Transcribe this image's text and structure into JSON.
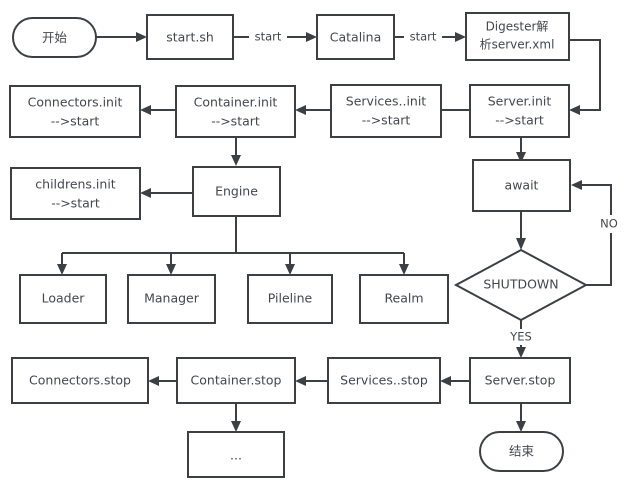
{
  "diagram": {
    "title": "Tomcat startup and shutdown flowchart",
    "background_color": "#ffffff",
    "stroke_color": "#3c4043",
    "text_color": "#43474c",
    "nodes": {
      "start": {
        "label": "开始",
        "shape": "stadium"
      },
      "start_sh": {
        "label": "start.sh",
        "shape": "rect"
      },
      "catalina": {
        "label": "Catalina",
        "shape": "rect"
      },
      "digester_line1": "Digester解",
      "digester_line2": "析server.xml",
      "server_init_line1": "Server.init",
      "server_init_line2": "-->start",
      "services_init_line1": "Services..init",
      "services_init_line2": "-->start",
      "container_init_line1": "Container.init",
      "container_init_line2": "-->start",
      "connectors_init_line1": "Connectors.init",
      "connectors_init_line2": "-->start",
      "childrens_init_line1": "childrens.init",
      "childrens_init_line2": "-->start",
      "engine": {
        "label": "Engine",
        "shape": "rect"
      },
      "loader": {
        "label": "Loader",
        "shape": "rect"
      },
      "manager": {
        "label": "Manager",
        "shape": "rect"
      },
      "pileline": {
        "label": "Pileline",
        "shape": "rect"
      },
      "realm": {
        "label": "Realm",
        "shape": "rect"
      },
      "await": {
        "label": "await",
        "shape": "rect"
      },
      "shutdown": {
        "label": "SHUTDOWN",
        "shape": "diamond"
      },
      "server_stop": {
        "label": "Server.stop",
        "shape": "rect"
      },
      "services_stop": {
        "label": "Services..stop",
        "shape": "rect"
      },
      "container_stop": {
        "label": "Container.stop",
        "shape": "rect"
      },
      "connectors_stop": {
        "label": "Connectors.stop",
        "shape": "rect"
      },
      "ellipsis": {
        "label": "...",
        "shape": "rect"
      },
      "end": {
        "label": "结束",
        "shape": "stadium"
      }
    },
    "edge_labels": {
      "start_1": "start",
      "start_2": "start",
      "no": "NO",
      "yes": "YES"
    }
  }
}
